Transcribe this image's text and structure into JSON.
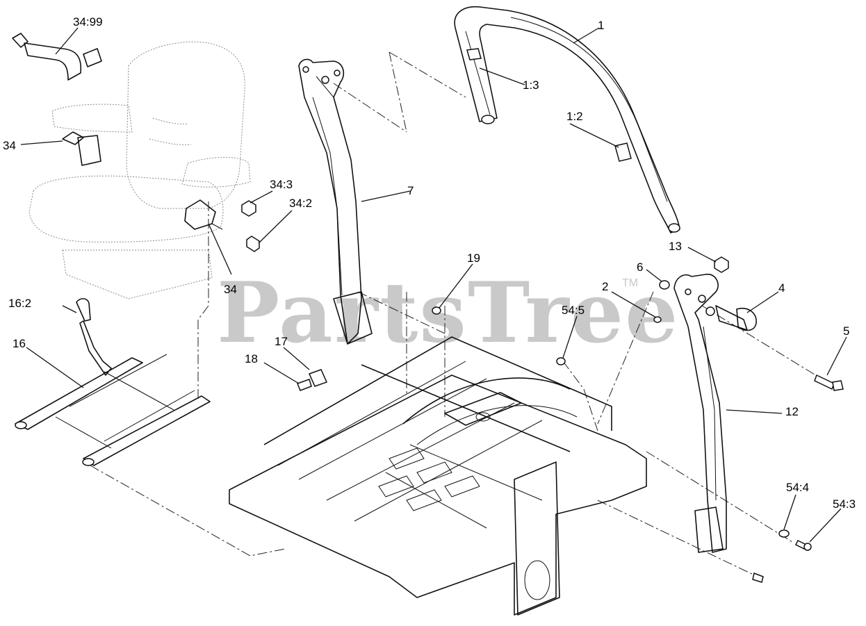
{
  "watermark": {
    "text": "PartsTree",
    "trademark": "TM"
  },
  "callouts": [
    {
      "id": "c-34-99",
      "label": "34:99"
    },
    {
      "id": "c-34",
      "label": "34"
    },
    {
      "id": "c-34-3",
      "label": "34:3"
    },
    {
      "id": "c-34-2",
      "label": "34:2"
    },
    {
      "id": "c-34b",
      "label": "34"
    },
    {
      "id": "c-16-2",
      "label": "16:2"
    },
    {
      "id": "c-16",
      "label": "16"
    },
    {
      "id": "c-1",
      "label": "1"
    },
    {
      "id": "c-1-3",
      "label": "1:3"
    },
    {
      "id": "c-1-2",
      "label": "1:2"
    },
    {
      "id": "c-7",
      "label": "7"
    },
    {
      "id": "c-19",
      "label": "19"
    },
    {
      "id": "c-17",
      "label": "17"
    },
    {
      "id": "c-18",
      "label": "18"
    },
    {
      "id": "c-54-5",
      "label": "54:5"
    },
    {
      "id": "c-13",
      "label": "13"
    },
    {
      "id": "c-6",
      "label": "6"
    },
    {
      "id": "c-2",
      "label": "2"
    },
    {
      "id": "c-4",
      "label": "4"
    },
    {
      "id": "c-5",
      "label": "5"
    },
    {
      "id": "c-12",
      "label": "12"
    },
    {
      "id": "c-54-4",
      "label": "54:4"
    },
    {
      "id": "c-54-3",
      "label": "54:3"
    }
  ]
}
